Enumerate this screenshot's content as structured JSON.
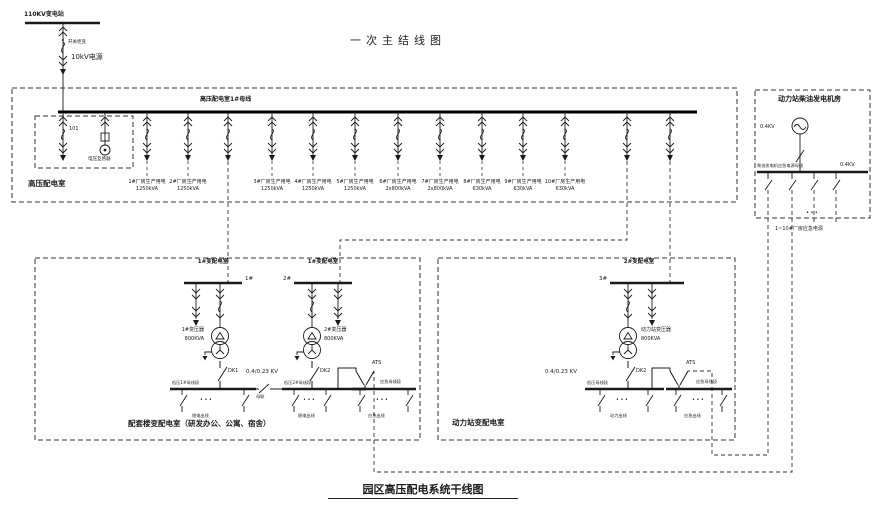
{
  "title": "一次主结线图",
  "footer_title": "园区高压配电系统干线图",
  "dots": "•••",
  "source": {
    "substation": "110KV变电站",
    "switchgear": "开关柜变",
    "supply": "10kV电源"
  },
  "hv_room": {
    "name": "高压配电室",
    "bus": "高压配电室1#母线",
    "incoming_breaker": "101",
    "pt": "电压互感器",
    "feeders": [
      {
        "name": "1#厂房生产用电",
        "capacity": "1250kVA"
      },
      {
        "name": "2#厂房生产用电",
        "capacity": "1250kVA"
      },
      {
        "name": "3#厂房生产用电",
        "capacity": "1250kVA"
      },
      {
        "name": "4#厂房生产用电",
        "capacity": "1250kVA"
      },
      {
        "name": "5#厂房生产用电",
        "capacity": "1250kVA"
      },
      {
        "name": "6#厂房生产用电",
        "capacity": "2x800kVA"
      },
      {
        "name": "7#厂房生产用电",
        "capacity": "2x800kVA"
      },
      {
        "name": "8#厂房生产用电",
        "capacity": "630kVA"
      },
      {
        "name": "9#厂房生产用电",
        "capacity": "630kVA"
      },
      {
        "name": "10#厂房生产用电",
        "capacity": "630kVA"
      }
    ]
  },
  "substation1": {
    "caption": "配套楼变配电室（研发办公、公寓、宿舍）",
    "voltage": "0.4/0.23 KV",
    "tie": "母联",
    "sections": [
      {
        "title": "1#变配电室",
        "tag": "1#",
        "transformer": "1#变压器",
        "capacity": "800KVA",
        "breaker": "DK1",
        "bus": "低压1#母线段",
        "outgoing": "馈电出线"
      },
      {
        "title": "1#变配电室",
        "tag": "2#",
        "transformer": "2#变压器",
        "capacity": "800KVA",
        "breaker": "DK2",
        "bus": "低压2#母线段",
        "outgoing": "馈电出线"
      }
    ],
    "ats": {
      "label": "ATS",
      "bus": "应急母线段",
      "outgoing": "应急出线"
    }
  },
  "substation2": {
    "caption": "动力站变配电室",
    "voltage": "0.4/0.23 KV",
    "section": {
      "title": "2#变配电室",
      "tag": "3#",
      "transformer": "动力站变压器",
      "capacity": "800KVA",
      "breaker": "DK2",
      "bus": "低压母线段",
      "outgoing": "动力出线"
    },
    "ats": {
      "label": "ATS",
      "bus": "应急母线段",
      "outgoing": "应急出线"
    }
  },
  "generator_room": {
    "caption": "动力站柴油发电机房",
    "voltage": "0.4KV",
    "bus": "柴油发电机应急电源母线",
    "bus_voltage": "0.4KV",
    "outgoing": "1~10#厂房应急电源"
  }
}
